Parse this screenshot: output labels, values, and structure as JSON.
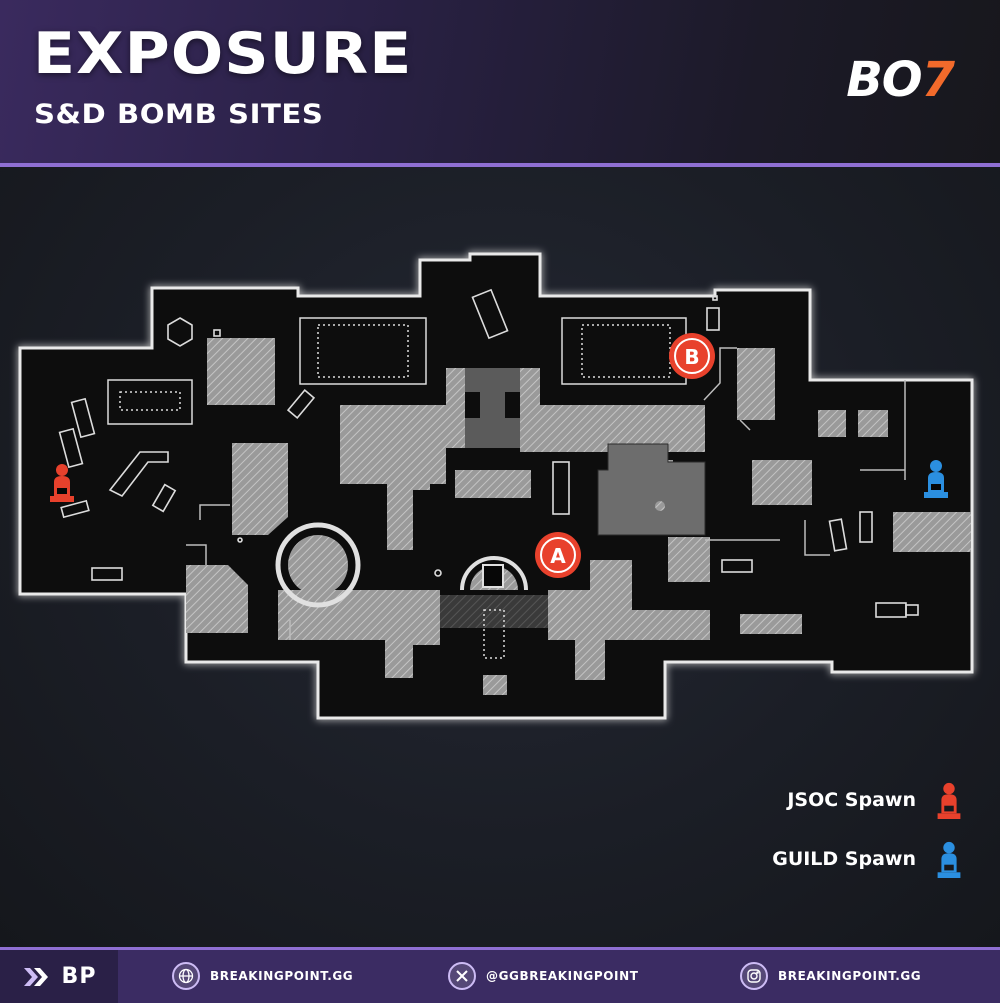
{
  "header": {
    "title": "EXPOSURE",
    "subtitle": "S&D BOMB SITES",
    "game_logo_main": "BO",
    "game_logo_accent": "7"
  },
  "map": {
    "bomb_sites": [
      {
        "label": "A"
      },
      {
        "label": "B"
      }
    ],
    "spawns": [
      {
        "team": "JSOC",
        "icon": "jsoc-spawn-icon",
        "color": "#e8412c"
      },
      {
        "team": "GUILD",
        "icon": "guild-spawn-icon",
        "color": "#2b8fe0"
      }
    ]
  },
  "legend": {
    "items": [
      {
        "label": "JSOC Spawn",
        "color": "#e8412c"
      },
      {
        "label": "GUILD Spawn",
        "color": "#2b8fe0"
      }
    ]
  },
  "footer": {
    "brand": "BP",
    "links": [
      {
        "icon": "globe-icon",
        "text": "BREAKINGPOINT.GG"
      },
      {
        "icon": "x-icon",
        "text": "@GGBREAKINGPOINT"
      },
      {
        "icon": "instagram-icon",
        "text": "BREAKINGPOINT.GG"
      }
    ]
  },
  "colors": {
    "accent_purple": "#8f6fd3",
    "bomb_site_red": "#e8412c",
    "jsoc_red": "#e8412c",
    "guild_blue": "#2b8fe0",
    "logo_orange": "#f26a2b"
  }
}
